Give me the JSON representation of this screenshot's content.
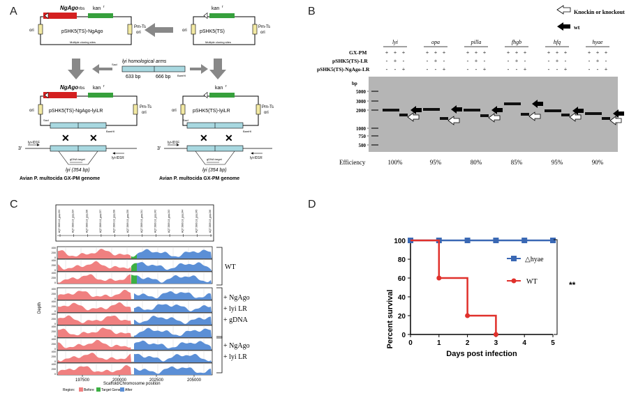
{
  "panels": {
    "a": "A",
    "b": "B",
    "c": "C",
    "d": "D"
  },
  "panel_a": {
    "ngago": "NgAgo",
    "rbs": "rbs",
    "kan": "kan",
    "kan_sup": "r",
    "ori": "ori",
    "pm_ts": "Pm-Ts",
    "ori2": "ori",
    "plasmid_ngago": "pSHK5(TS)-NgAgo",
    "plasmid_empty": "pSHK5(TS)",
    "mcs": "Multiple cloning sites",
    "homol_title": "lyi homological arms",
    "sacI": "SacI",
    "bamhI": "BamHI",
    "arm_left": "633 bp",
    "arm_right": "666 bp",
    "plasmid_ngago_lr": "pSHK5(TS)-NgAgo-lyiLR",
    "plasmid_lr": "pSHK5(TS)-lyiLR",
    "primer_f": "lyi-ID1F",
    "primer_r": "lyi-ID1R",
    "three_prime": "3'",
    "gdna_target": "gDNA target",
    "gene_label": "lyi (354 bp)",
    "genome_label": "Avian P. multocida GX-PM genome"
  },
  "panel_b": {
    "legend_open": "Knockin or knockout",
    "legend_solid": "wt",
    "genes": [
      "lyi",
      "opa",
      "pilla",
      "fhgb",
      "hfq",
      "hyae"
    ],
    "row_labels": [
      "GX-PM",
      "pSHK5(TS)-LR",
      "pSHK5(TS)-NgAgo-LR"
    ],
    "row1": [
      "+",
      "+",
      "+"
    ],
    "row2": [
      "-",
      "+",
      "-"
    ],
    "row3": [
      "-",
      "-",
      "+"
    ],
    "bp": "bp",
    "ladder": [
      "5000",
      "3000",
      "2000",
      "1000",
      "750",
      "500"
    ],
    "efficiency_label": "Efficiency",
    "efficiency": [
      "100%",
      "95%",
      "80%",
      "85%",
      "95%",
      "90%"
    ]
  },
  "panel_c": {
    "genes_top": [
      "AQ7 2889.18_gop.233",
      "AQ7 2889.18_gop.234",
      "AQ7 2889.18_gop.236",
      "AQ7 2889.18_gop.237",
      "AQ7 2889.18_gop.238",
      "AQ7 2889.18_gop.239",
      "AQ7 2889.18_gop.241",
      "AQ7 2889.18_gop.242",
      "AQ7 2889.18_gop.243",
      "AQ7 2889.18_gop.244",
      "AQ7 2889.18_gop.245",
      "AQ7 2889.18_gop.246"
    ],
    "y_ticks": [
      "400",
      "200",
      "0"
    ],
    "depth_label": "Depth",
    "x_ticks": [
      "197500",
      "200000",
      "202500",
      "205000"
    ],
    "x_label": "Scaffold/Chromosome position",
    "region_label": "Region:",
    "legend": [
      "Before",
      "Target Gene",
      "After"
    ],
    "group_wt": "WT",
    "group2": [
      "+ NgAgo",
      "+ lyi LR",
      "+ gDNA"
    ],
    "group3": [
      "+ NgAgo",
      "+ lyi LR"
    ],
    "colors": {
      "before": "#f08080",
      "target": "#3cb043",
      "after": "#5b8fd6"
    }
  },
  "chart_data": {
    "type": "line",
    "title": "",
    "xlabel": "Days post infection",
    "ylabel": "Percent survival",
    "x_ticks": [
      0,
      1,
      2,
      3,
      4,
      5
    ],
    "y_ticks": [
      0,
      20,
      40,
      60,
      80,
      100
    ],
    "xlim": [
      0,
      5
    ],
    "ylim": [
      0,
      100
    ],
    "series": [
      {
        "name": "△hyae",
        "color": "#3a68b4",
        "marker": "square",
        "x": [
          0,
          1,
          2,
          3,
          4,
          5
        ],
        "y": [
          100,
          100,
          100,
          100,
          100,
          100
        ]
      },
      {
        "name": "WT",
        "color": "#e0302b",
        "marker": "circle",
        "x": [
          0,
          1,
          1,
          2,
          2,
          3,
          3
        ],
        "y": [
          100,
          100,
          60,
          60,
          20,
          20,
          0
        ],
        "points_x": [
          1,
          2,
          3
        ],
        "points_y": [
          60,
          20,
          0
        ]
      }
    ],
    "annotation": "**"
  }
}
